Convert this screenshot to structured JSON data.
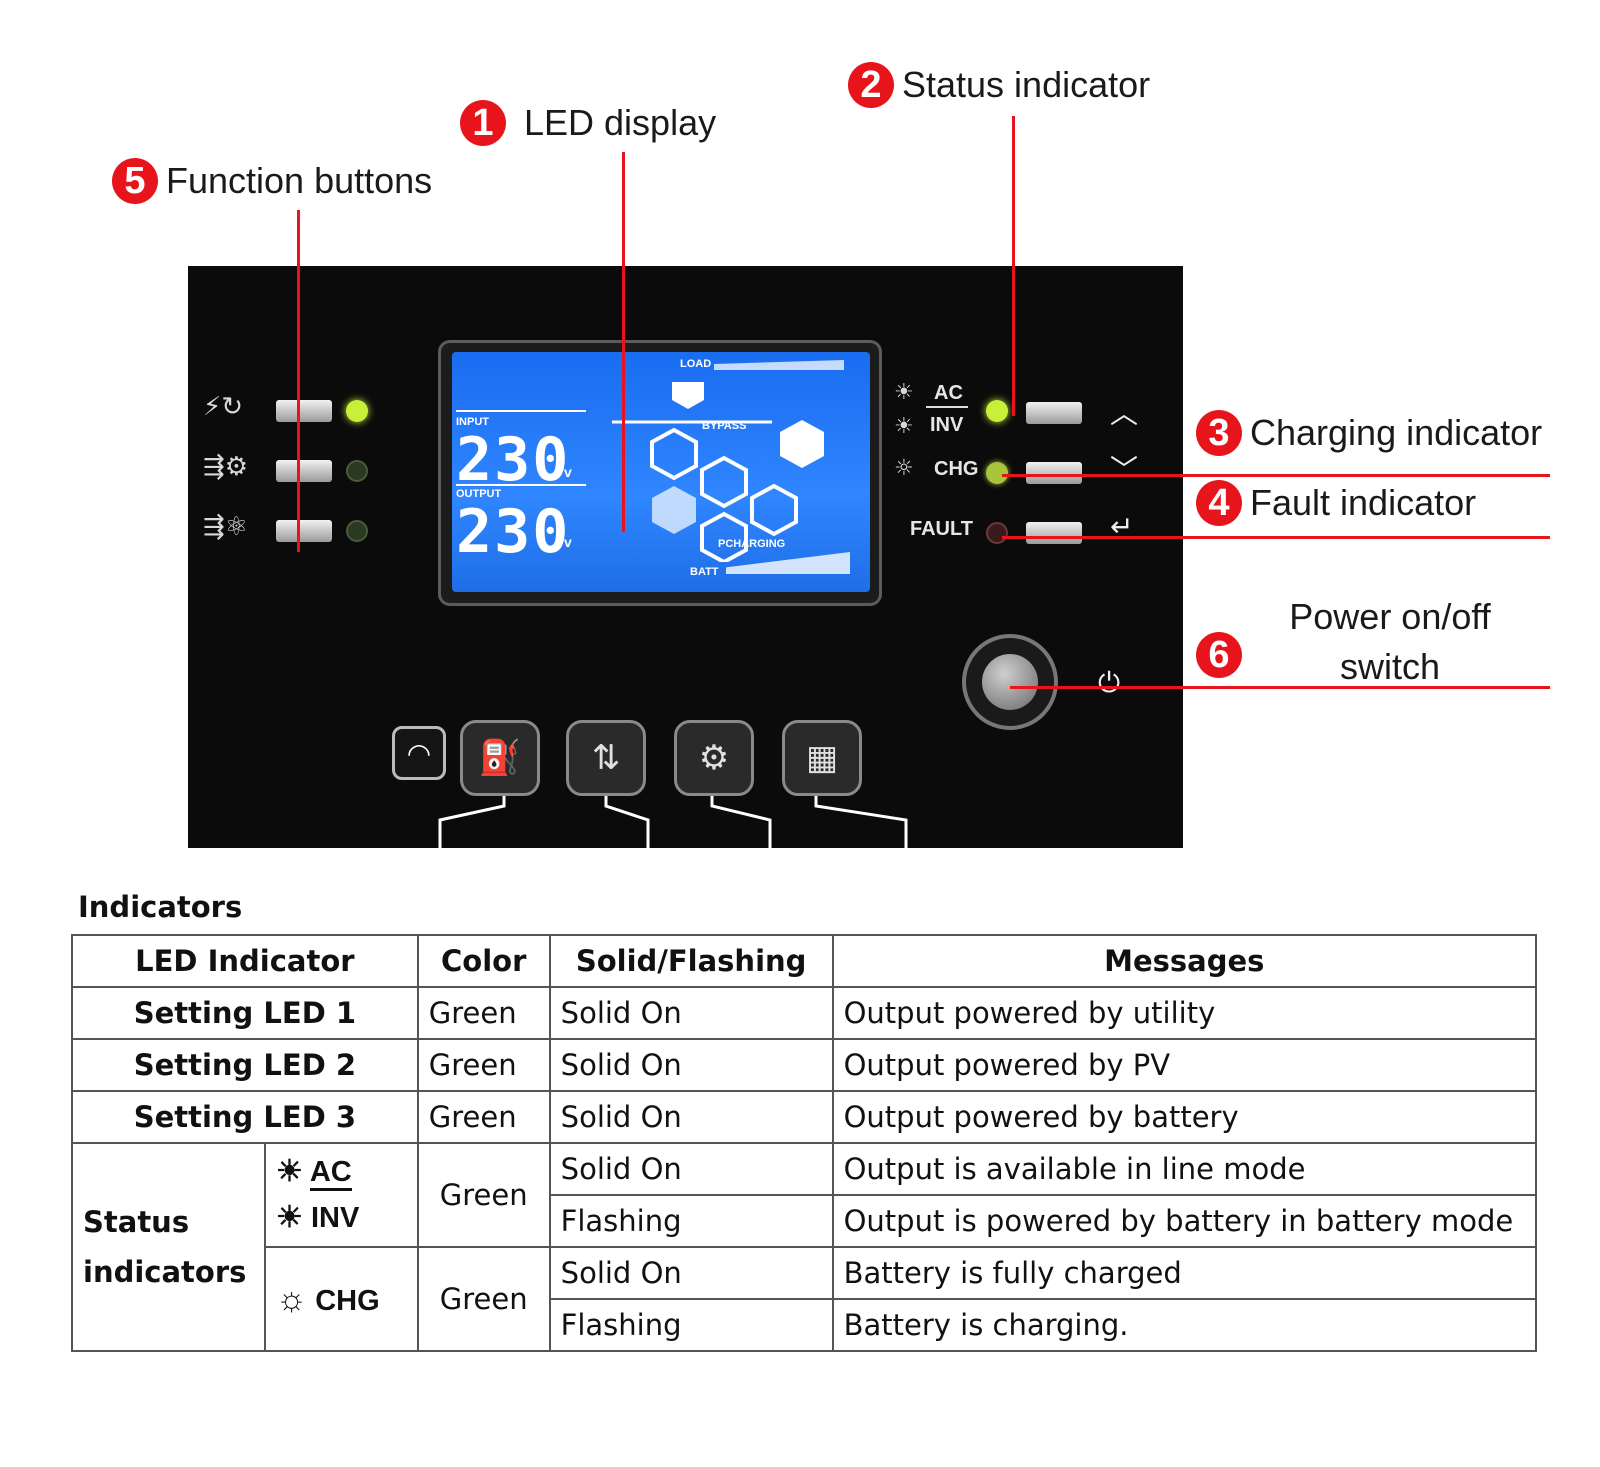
{
  "callouts": {
    "c1": {
      "num": "1",
      "label": "LED display"
    },
    "c2": {
      "num": "2",
      "label": "Status indicator"
    },
    "c3": {
      "num": "3",
      "label": "Charging indicator"
    },
    "c4": {
      "num": "4",
      "label": "Fault indicator"
    },
    "c5": {
      "num": "5",
      "label": "Function buttons"
    },
    "c6": {
      "num": "6",
      "label_line1": "Power on/off",
      "label_line2": "switch"
    }
  },
  "panel": {
    "lcd": {
      "load": "LOAD",
      "input": "INPUT",
      "output": "OUTPUT",
      "input_value": "230",
      "output_value": "230",
      "unit": "v",
      "bypass": "BYPASS",
      "pcharging": "PCHARGING",
      "batt": "BATT"
    },
    "labels": {
      "ac": "AC",
      "inv": "INV",
      "chg": "CHG",
      "fault": "FAULT"
    }
  },
  "table": {
    "title": "Indicators",
    "headers": [
      "LED Indicator",
      "Color",
      "Solid/Flashing",
      "Messages"
    ],
    "rows": [
      {
        "indicator": "Setting LED 1",
        "color": "Green",
        "state": "Solid On",
        "message": "Output powered by utility"
      },
      {
        "indicator": "Setting LED 2",
        "color": "Green",
        "state": "Solid On",
        "message": "Output powered by PV"
      },
      {
        "indicator": "Setting LED 3",
        "color": "Green",
        "state": "Solid On",
        "message": "Output powered by battery"
      }
    ],
    "status_group": {
      "label_line1": "Status",
      "label_line2": "indicators",
      "ac_inv": {
        "ac": "AC",
        "inv": "INV",
        "color": "Green",
        "rows": [
          {
            "state": "Solid On",
            "message": "Output is available in line mode"
          },
          {
            "state": "Flashing",
            "message": "Output is powered by battery in battery mode"
          }
        ]
      },
      "chg": {
        "chg": "CHG",
        "color": "Green",
        "rows": [
          {
            "state": "Solid On",
            "message": "Battery is fully charged"
          },
          {
            "state": "Flashing",
            "message": "Battery is charging."
          }
        ]
      }
    }
  },
  "colors": {
    "accent_red": "#e8141c",
    "led_green": "#c6f03a",
    "lcd_blue": "#2f86ff"
  }
}
